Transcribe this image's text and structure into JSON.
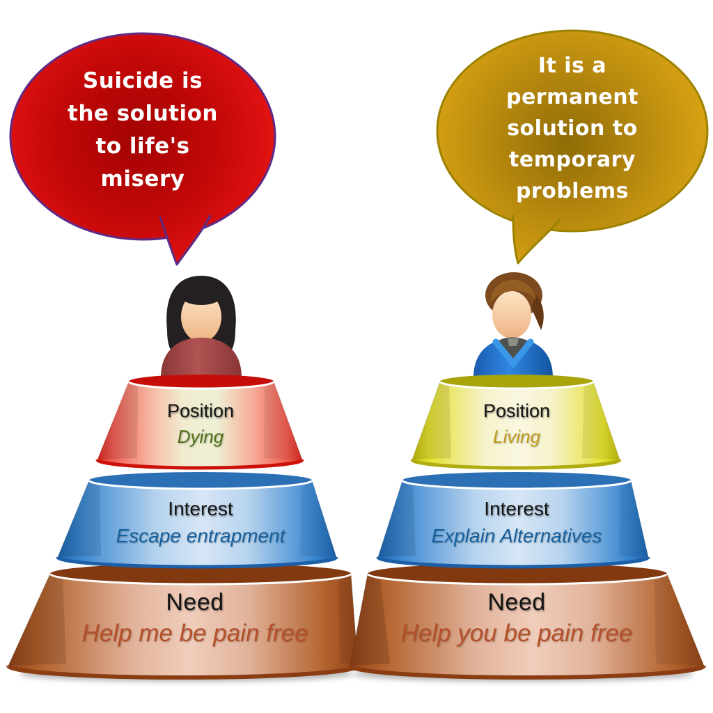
{
  "left": {
    "bubble_text": "Suicide is\nthe solution\nto life's\nmisery",
    "bubble_color": "#d40c0c",
    "bubble_border_color": "#5f2b86",
    "person_icon": "woman-icon",
    "levels": [
      {
        "title": "Position",
        "subtitle": "Dying",
        "band_color": "#ee5044",
        "subtitle_color": "#50701a"
      },
      {
        "title": "Interest",
        "subtitle": "Escape entrapment",
        "band_color": "#2e7fc6",
        "subtitle_color": "#155f9e"
      },
      {
        "title": "Need",
        "subtitle": "Help me be pain free",
        "band_color": "#b2612c",
        "subtitle_color": "#b4502a"
      }
    ]
  },
  "right": {
    "bubble_text": "It is a\npermanent\nsolution to\ntemporary\nproblems",
    "bubble_color": "#cf9d12",
    "bubble_border_color": "#9c8200",
    "person_icon": "man-icon",
    "levels": [
      {
        "title": "Position",
        "subtitle": "Living",
        "band_color": "#e9e63a",
        "subtitle_color": "#bf9b1e"
      },
      {
        "title": "Interest",
        "subtitle": "Explain Alternatives",
        "band_color": "#2e7fc6",
        "subtitle_color": "#155f9e"
      },
      {
        "title": "Need",
        "subtitle": "Help you be pain free",
        "band_color": "#b2612c",
        "subtitle_color": "#b4502a"
      }
    ]
  }
}
